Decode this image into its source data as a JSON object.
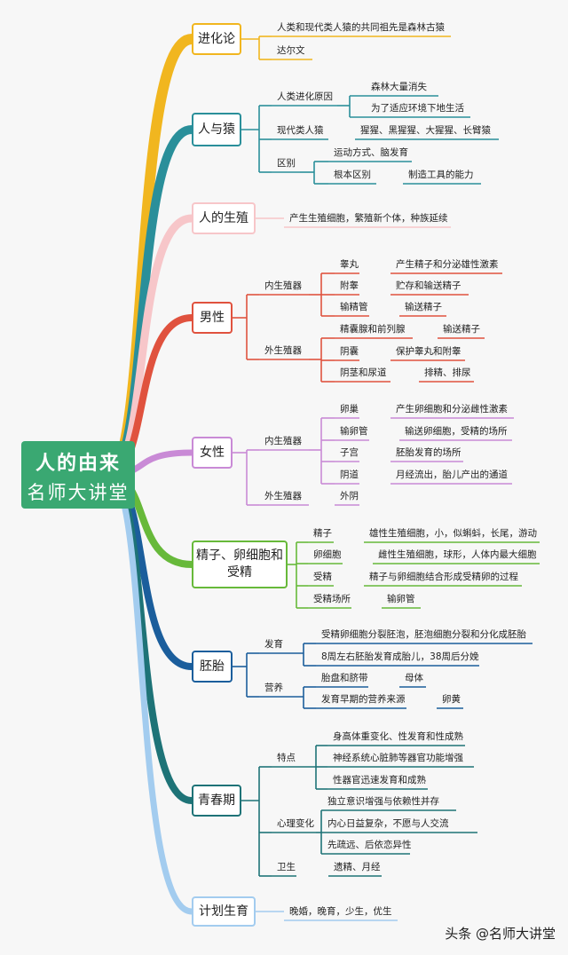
{
  "root": {
    "title": "人的由来",
    "subtitle": "名师大讲堂"
  },
  "watermark": "头条 @名师大讲堂",
  "branches": [
    {
      "label": "进化论",
      "color": "#f1b61f"
    },
    {
      "label": "人与猿",
      "color": "#2a8f9a"
    },
    {
      "label": "人的生殖",
      "color": "#f7c6c9"
    },
    {
      "label": "男性",
      "color": "#e0523e"
    },
    {
      "label": "女性",
      "color": "#c98ad6"
    },
    {
      "label": "精子、卵细胞和受精",
      "color": "#67b93a"
    },
    {
      "label": "胚胎",
      "color": "#1b5e9c"
    },
    {
      "label": "青春期",
      "color": "#1e7377"
    },
    {
      "label": "计划生育",
      "color": "#a3ccef"
    }
  ],
  "nodes": {
    "evo_1": "人类和现代类人猿的共同祖先是森林古猿",
    "evo_2": "达尔文",
    "ape_reason": "人类进化原因",
    "ape_reason_1": "森林大量消失",
    "ape_reason_2": "为了适应环境下地生活",
    "ape_modern": "现代类人猿",
    "ape_modern_v": "猩猩、黑猩猩、大猩猩、长臂猿",
    "ape_diff": "区别",
    "ape_diff_1": "运动方式、脑发育",
    "ape_diff_root": "根本区别",
    "ape_diff_root_v": "制造工具的能力",
    "repro_1": "产生生殖细胞，繁殖新个体，种族延续",
    "m_inner": "内生殖器",
    "m_testis": "睾丸",
    "m_testis_v": "产生精子和分泌雄性激素",
    "m_epi": "附睾",
    "m_epi_v": "贮存和输送精子",
    "m_vas": "输精管",
    "m_vas_v": "输送精子",
    "m_outer": "外生殖器",
    "m_sv": "精囊腺和前列腺",
    "m_sv_v": "输送精子",
    "m_scrotum": "阴囊",
    "m_scrotum_v": "保护睾丸和附睾",
    "m_penis": "阴茎和尿道",
    "m_penis_v": "排精、排尿",
    "f_inner": "内生殖器",
    "f_ovary": "卵巢",
    "f_ovary_v": "产生卵细胞和分泌雌性激素",
    "f_tube": "输卵管",
    "f_tube_v": "输送卵细胞，受精的场所",
    "f_uterus": "子宫",
    "f_uterus_v": "胚胎发育的场所",
    "f_vagina": "阴道",
    "f_vagina_v": "月经流出，胎儿产出的通道",
    "f_outer": "外生殖器",
    "f_vulva": "外阴",
    "s_sperm": "精子",
    "s_sperm_v": "雄性生殖细胞，小，似蝌蚪，长尾，游动",
    "s_egg": "卵细胞",
    "s_egg_v": "雌性生殖细胞，球形，人体内最大细胞",
    "s_fert": "受精",
    "s_fert_v": "精子与卵细胞结合形成受精卵的过程",
    "s_place": "受精场所",
    "s_place_v": "输卵管",
    "e_dev": "发育",
    "e_dev_1": "受精卵细胞分裂胚泡，胚泡细胞分裂和分化成胚胎",
    "e_dev_2": "8周左右胚胎发育成胎儿，38周后分娩",
    "e_nut": "营养",
    "e_nut_1": "胎盘和脐带",
    "e_nut_1v": "母体",
    "e_nut_2": "发育早期的营养来源",
    "e_nut_2v": "卵黄",
    "p_feat": "特点",
    "p_feat_1": "身高体重变化、性发育和性成熟",
    "p_feat_2": "神经系统心脏肺等器官功能增强",
    "p_feat_3": "性器官迅速发育和成熟",
    "p_psy": "心理变化",
    "p_psy_1": "独立意识增强与依赖性并存",
    "p_psy_2": "内心日益复杂，不愿与人交流",
    "p_psy_3": "先疏远、后依恋异性",
    "p_hyg": "卫生",
    "p_hyg_v": "遗精、月经",
    "plan_1": "晚婚，晚育，少生，优生"
  }
}
